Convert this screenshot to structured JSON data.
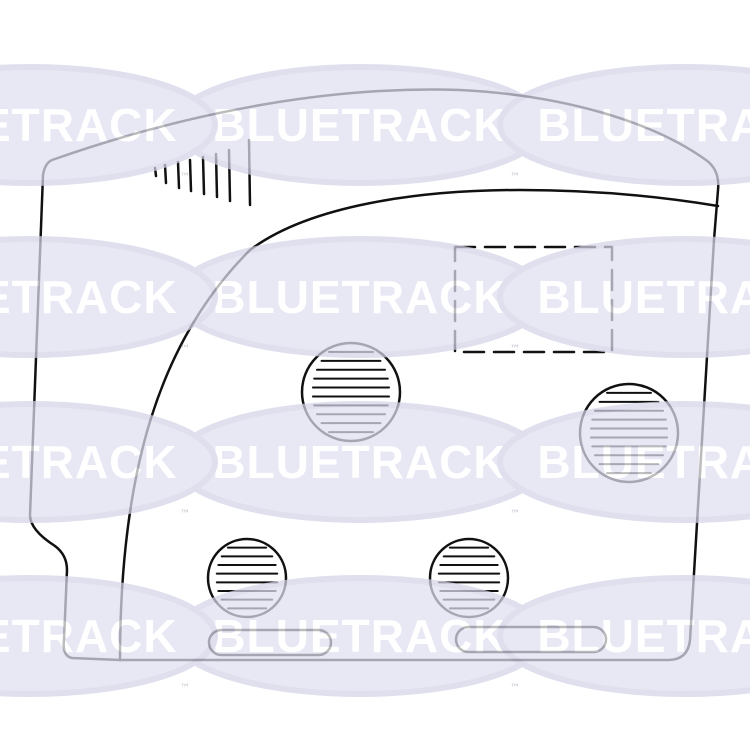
{
  "watermark": {
    "brand": "BLUETRACK",
    "trademark": "™",
    "oval_color": "#e0e0f2",
    "oval_edge_color": "#d3d3e8",
    "text_color": "#ffffff",
    "tm_color": "#a8a8b8"
  },
  "drawing": {
    "stroke_color": "#111111",
    "fill_color": "#ffffff",
    "components": [
      "housing-outline",
      "inner-panel-curve",
      "vent-slots",
      "dashed-label-area",
      "perforated-circle",
      "oval-slot"
    ]
  }
}
